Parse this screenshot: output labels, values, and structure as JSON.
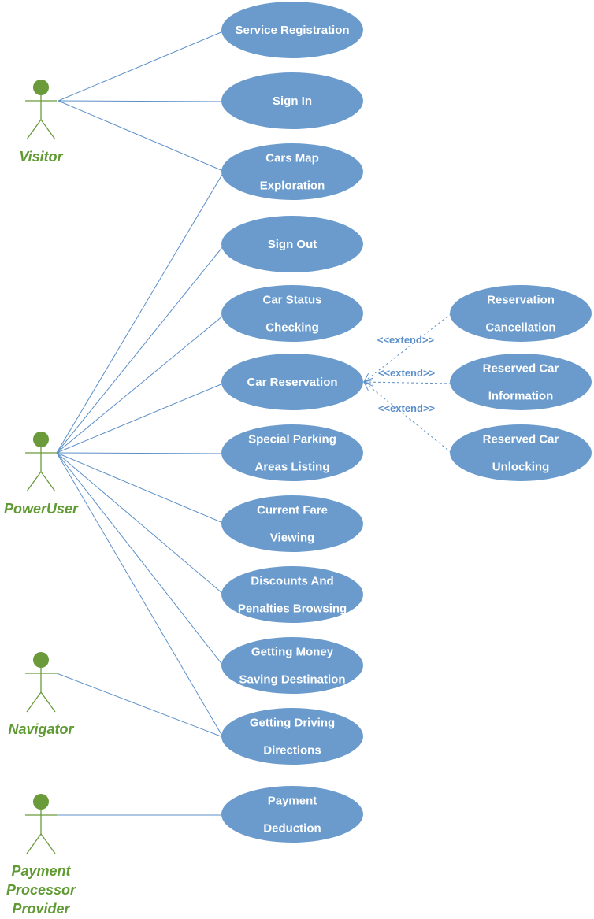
{
  "colors": {
    "use_case_fill": "#6a9bcc",
    "use_case_text": "#ffffff",
    "actor": "#6a9a3a",
    "actor_label": "#5f9a32",
    "association_line": "#5b8fc9",
    "extend_line": "#5b8fc9"
  },
  "actors": [
    {
      "id": "visitor",
      "lines": [
        "Visitor"
      ]
    },
    {
      "id": "poweruser",
      "lines": [
        "PowerUser"
      ]
    },
    {
      "id": "navigator",
      "lines": [
        "Navigator"
      ]
    },
    {
      "id": "payment",
      "lines": [
        "Payment",
        "Processor",
        "Provider"
      ]
    }
  ],
  "use_cases": [
    {
      "id": "service-registration",
      "lines": [
        "Service Registration"
      ]
    },
    {
      "id": "sign-in",
      "lines": [
        "Sign In"
      ]
    },
    {
      "id": "cars-map-exploration",
      "lines": [
        "Cars Map",
        "Exploration"
      ]
    },
    {
      "id": "sign-out",
      "lines": [
        "Sign Out"
      ]
    },
    {
      "id": "car-status-checking",
      "lines": [
        "Car Status",
        "Checking"
      ]
    },
    {
      "id": "car-reservation",
      "lines": [
        "Car Reservation"
      ]
    },
    {
      "id": "special-parking",
      "lines": [
        "Special Parking",
        "Areas Listing"
      ]
    },
    {
      "id": "current-fare",
      "lines": [
        "Current Fare",
        "Viewing"
      ]
    },
    {
      "id": "discounts",
      "lines": [
        "Discounts And",
        "Penalties Browsing"
      ]
    },
    {
      "id": "money-saving",
      "lines": [
        "Getting Money",
        "Saving Destination"
      ]
    },
    {
      "id": "driving-directions",
      "lines": [
        "Getting Driving",
        "Directions"
      ]
    },
    {
      "id": "payment-deduction",
      "lines": [
        "Payment",
        "Deduction"
      ]
    },
    {
      "id": "reservation-cancellation",
      "lines": [
        "Reservation",
        "Cancellation"
      ]
    },
    {
      "id": "reserved-car-information",
      "lines": [
        "Reserved Car",
        "Information"
      ]
    },
    {
      "id": "reserved-car-unlocking",
      "lines": [
        "Reserved Car",
        "Unlocking"
      ]
    }
  ],
  "associations": [
    [
      "visitor",
      "service-registration"
    ],
    [
      "visitor",
      "sign-in"
    ],
    [
      "visitor",
      "cars-map-exploration"
    ],
    [
      "poweruser",
      "cars-map-exploration"
    ],
    [
      "poweruser",
      "sign-out"
    ],
    [
      "poweruser",
      "car-status-checking"
    ],
    [
      "poweruser",
      "car-reservation"
    ],
    [
      "poweruser",
      "special-parking"
    ],
    [
      "poweruser",
      "current-fare"
    ],
    [
      "poweruser",
      "discounts"
    ],
    [
      "poweruser",
      "money-saving"
    ],
    [
      "poweruser",
      "driving-directions"
    ],
    [
      "navigator",
      "driving-directions"
    ],
    [
      "payment",
      "payment-deduction"
    ]
  ],
  "extends": [
    {
      "from": "reservation-cancellation",
      "to": "car-reservation",
      "label": "<<extend>>"
    },
    {
      "from": "reserved-car-information",
      "to": "car-reservation",
      "label": "<<extend>>"
    },
    {
      "from": "reserved-car-unlocking",
      "to": "car-reservation",
      "label": "<<extend>>"
    }
  ]
}
